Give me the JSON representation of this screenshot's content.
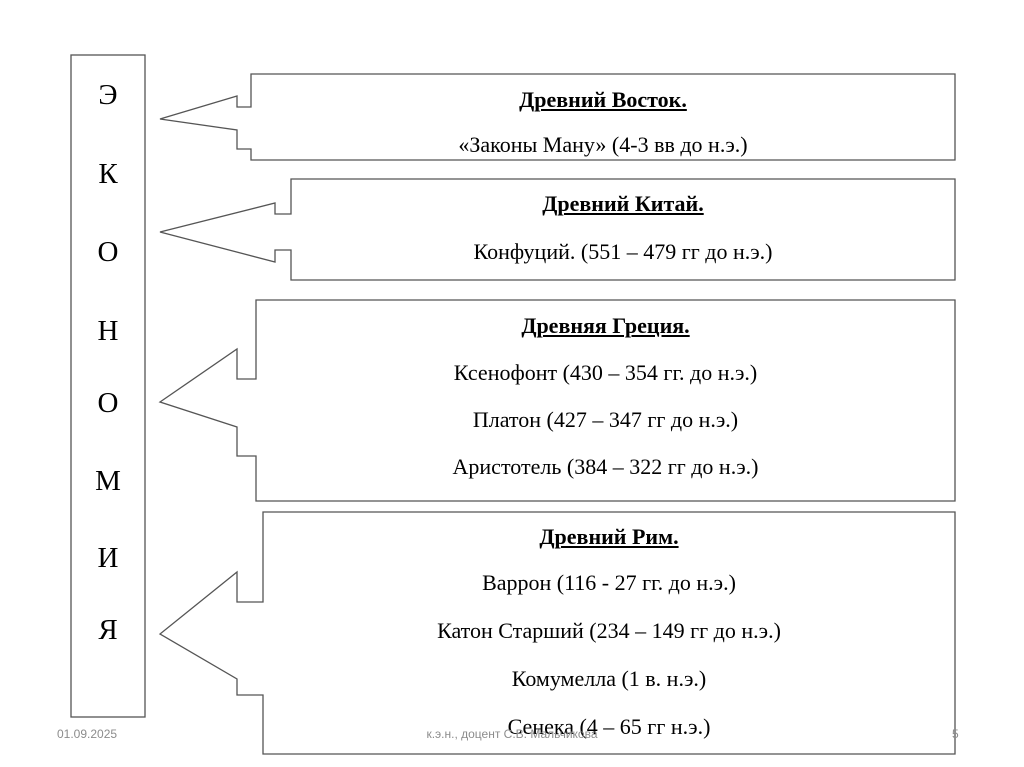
{
  "vertical_word": [
    "Э",
    "К",
    "О",
    "Н",
    "О",
    "М",
    "И",
    "Я"
  ],
  "boxes": [
    {
      "title": "Древний Восток.",
      "lines": [
        "«Законы Ману» (4-3 вв до н.э.)"
      ]
    },
    {
      "title": "Древний Китай.",
      "lines": [
        "Конфуций. (551 – 479 гг до н.э.)"
      ]
    },
    {
      "title": "Древняя Греция.",
      "lines": [
        "Ксенофонт (430 – 354 гг. до н.э.)",
        "Платон (427 – 347 гг до н.э.)",
        "Аристотель (384 – 322 гг до н.э.)"
      ]
    },
    {
      "title": "Древний Рим.",
      "lines": [
        "Варрон (116 - 27 гг. до н.э.)",
        "Катон Старший (234 – 149  гг до н.э.)",
        "Комумелла  (1 в. н.э.)",
        "Сенека (4 – 65 гг н.э.)"
      ]
    }
  ],
  "footer": {
    "date": "01.09.2025",
    "author": "к.э.н., доцент С.В. Мальчикова",
    "page": "5"
  }
}
